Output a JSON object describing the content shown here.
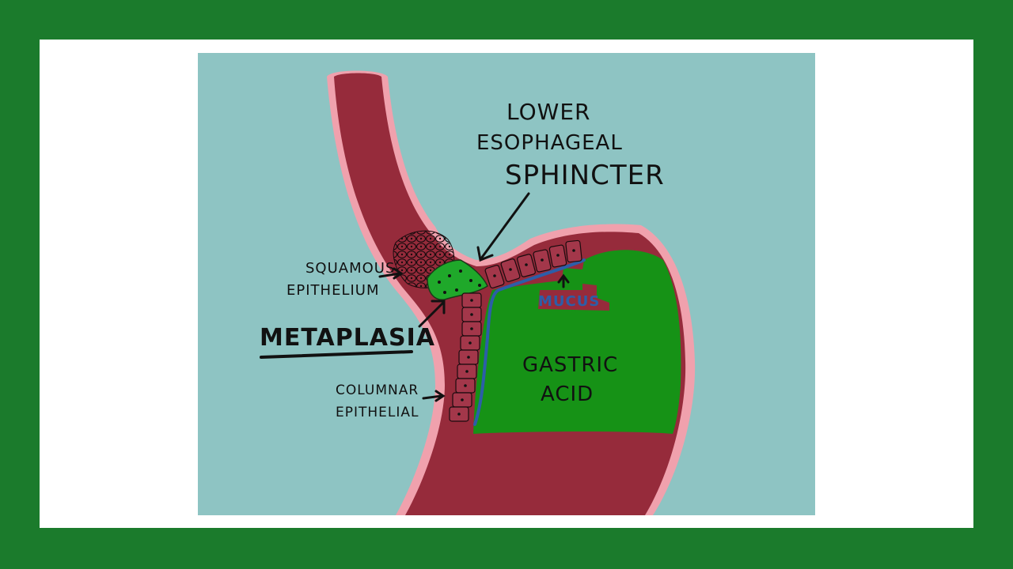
{
  "diagram": {
    "labels": {
      "les_line1": "LOWER",
      "les_line2": "ESOPHAGEAL",
      "les_line3": "SPHINCTER",
      "squamous_line1": "SQUAMOUS",
      "squamous_line2": "EPITHELIUM",
      "metaplasia": "METAPLASIA",
      "columnar_line1": "COLUMNAR",
      "columnar_line2": "EPITHELIAL",
      "mucus": "MUCUS",
      "acid_line1": "GASTRIC",
      "acid_line2": "ACID"
    },
    "colors": {
      "outer_background": "#1b7b2c",
      "frame": "#ffffff",
      "panel_background": "#8ec4c3",
      "tissue": "#962b3b",
      "tissue_outline": "#f0a1ad",
      "metaplasia_green": "#1fa82a",
      "gastric_acid_green": "#169216",
      "mucus_blue": "#2c5ea8",
      "ink": "#111111"
    }
  }
}
